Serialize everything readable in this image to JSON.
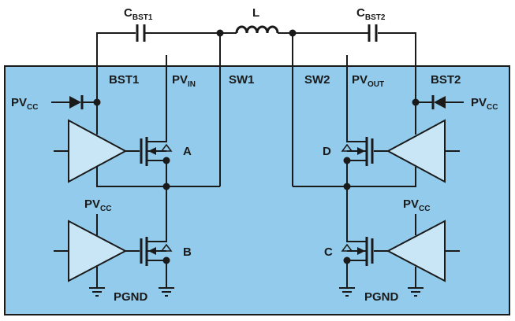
{
  "labels": {
    "cbst1": {
      "main": "C",
      "sub": "BST1"
    },
    "cbst2": {
      "main": "C",
      "sub": "BST2"
    },
    "inductor": "L",
    "bst1": "BST1",
    "pvin": {
      "main": "PV",
      "sub": "IN"
    },
    "sw1": "SW1",
    "sw2": "SW2",
    "pvout": {
      "main": "PV",
      "sub": "OUT"
    },
    "bst2": "BST2",
    "pvcc_left": {
      "main": "PV",
      "sub": "CC"
    },
    "pvcc_right": {
      "main": "PV",
      "sub": "CC"
    },
    "pvcc_left_low": {
      "main": "PV",
      "sub": "CC"
    },
    "pvcc_right_low": {
      "main": "PV",
      "sub": "CC"
    },
    "switch_a": "A",
    "switch_b": "B",
    "switch_c": "C",
    "switch_d": "D",
    "pgnd_left": "PGND",
    "pgnd_right": "PGND"
  },
  "colors": {
    "chip_fill": "#92cbeb",
    "amp_fill": "#c9e6f7",
    "line": "#1a1a1a"
  }
}
